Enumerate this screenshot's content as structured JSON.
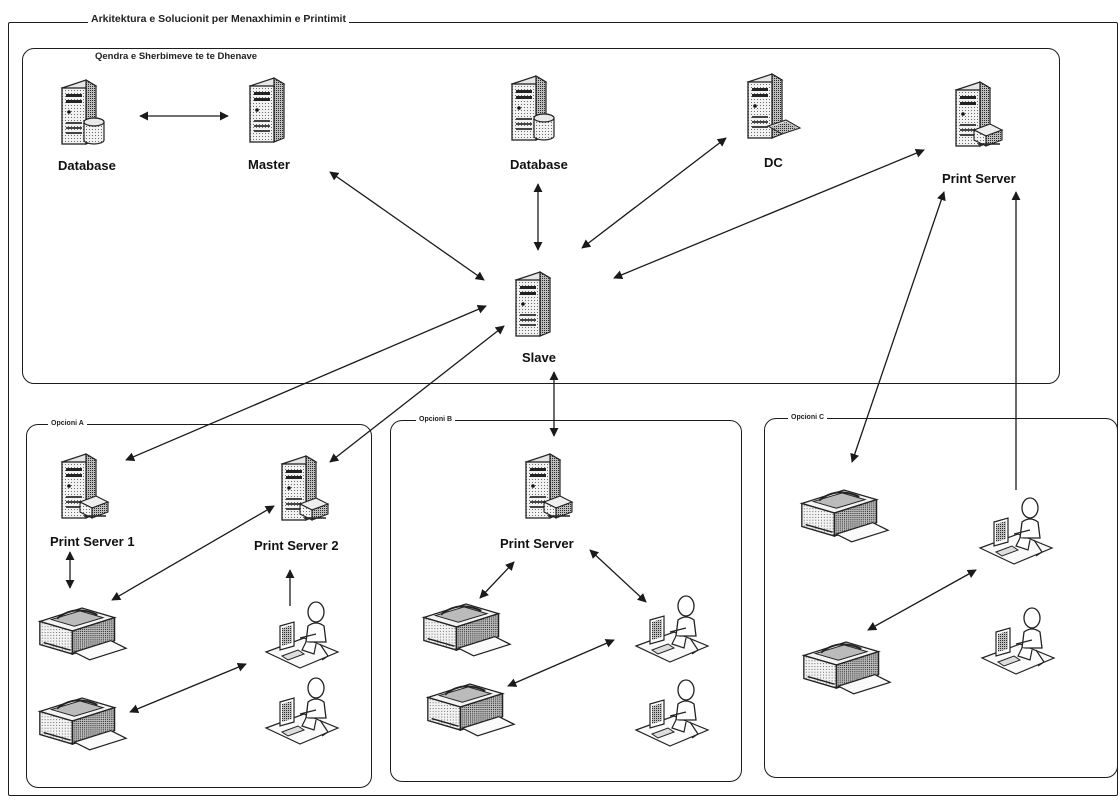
{
  "outer_title": "Arkitektura e Solucionit per Menaxhimin e Printimit",
  "central": {
    "title": "Qendra e Sherbimeve te te Dhenave",
    "nodes": {
      "database_left": "Database",
      "master": "Master",
      "database_mid": "Database",
      "dc": "DC",
      "print_server": "Print Server",
      "slave": "Slave"
    }
  },
  "option_a": {
    "title": "Opcioni A",
    "print_server_1": "Print Server 1",
    "print_server_2": "Print Server 2"
  },
  "option_b": {
    "title": "Opcioni B",
    "print_server": "Print Server"
  },
  "option_c": {
    "title": "Opcioni C"
  },
  "icons": {
    "server": "server-icon",
    "database_server": "database-server-icon",
    "print_server": "print-server-icon",
    "dc": "domain-controller-icon",
    "printer": "printer-icon",
    "user": "user-workstation-icon"
  },
  "colors": {
    "line": "#1a1a1a",
    "background": "#ffffff"
  }
}
